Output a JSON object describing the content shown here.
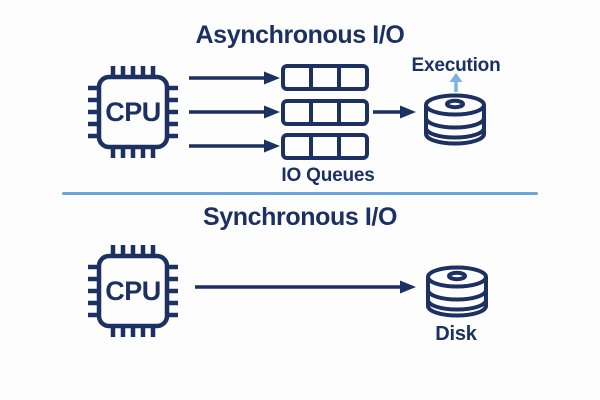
{
  "page": {
    "background": "#fdfdfd"
  },
  "colors": {
    "navy": "#1c3161",
    "light_blue": "#7cb1e6",
    "divider_blue": "#6ba6dc"
  },
  "async_section": {
    "title": "Asynchronous I/O",
    "cpu_label": "CPU",
    "queues_label": "IO Queues",
    "execution_label": "Execution"
  },
  "sync_section": {
    "title": "Synchronous I/O",
    "cpu_label": "CPU",
    "disk_label": "Disk"
  }
}
